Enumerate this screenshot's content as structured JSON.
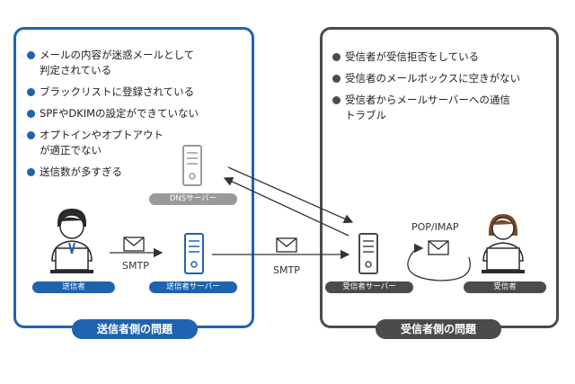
{
  "sender_side": {
    "issues": [
      "メールの内容が迷惑メールとして\n判定されている",
      "ブラックリストに登録されている",
      "SPFやDKIMの設定ができていない",
      "オプトインやオプトアウト\nが適正でない",
      "送信数が多すぎる"
    ],
    "dns_label": "DNSサーバー",
    "sender_label": "送信者",
    "sender_server_label": "送信者サーバー",
    "smtp_label": "SMTP",
    "footer": "送信者側の問題"
  },
  "receiver_side": {
    "issues": [
      "受信者が受信拒否をしている",
      "受信者のメールボックスに空きがない",
      "受信者からメールサーバーへの通信\nトラブル"
    ],
    "receiver_server_label": "受信者サーバー",
    "receiver_label": "受信者",
    "pop_label": "POP/IMAP",
    "footer": "受信者側の問題"
  },
  "smtp_middle_label": "SMTP",
  "colors": {
    "blue": "#1f63b0",
    "dark": "#4b4b4b",
    "gray": "#9a9a9a"
  }
}
